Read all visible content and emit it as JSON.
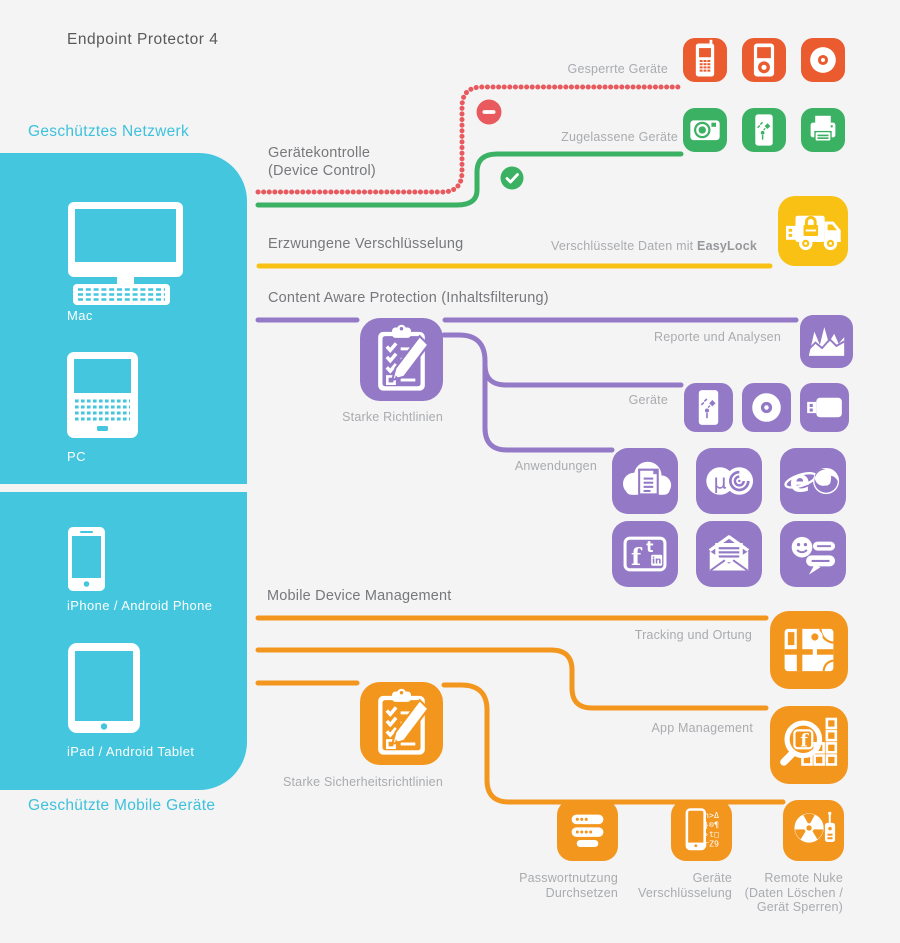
{
  "title": "Endpoint Protector 4",
  "colors": {
    "background": "#F4F4F5",
    "cyan_panel": "#43C6DE",
    "cyan_text": "#3EC1DC",
    "blocked_red_orange": "#EA5B30",
    "blocked_line_red": "#E85A5E",
    "allowed_green": "#3BB163",
    "encryption_yellow": "#F8C113",
    "cap_purple": "#9379C6",
    "mdm_orange": "#F3961E",
    "label_gray": "#A9ABAE",
    "section_title_gray": "#77787B"
  },
  "protected_network": {
    "label": "Geschütztes Netzwerk",
    "devices": [
      {
        "label": "Mac",
        "icon": "imac-with-keyboard-icon"
      },
      {
        "label": "PC",
        "icon": "laptop-icon"
      }
    ]
  },
  "protected_mobile": {
    "label": "Geschützte Mobile Geräte",
    "devices": [
      {
        "label": "iPhone / Android Phone",
        "icon": "smartphone-icon"
      },
      {
        "label": "iPad / Android Tablet",
        "icon": "tablet-icon"
      }
    ]
  },
  "device_control": {
    "title_line1": "Gerätekontrolle",
    "title_line2": "(Device Control)",
    "blocked_label": "Gesperrte Geräte",
    "blocked_icons": [
      "mobile-phone-icon",
      "media-player-icon",
      "cd-disc-icon"
    ],
    "blocked_badge": "no-entry-icon",
    "allowed_label": "Zugelassene Geräte",
    "allowed_icons": [
      "camera-icon",
      "external-drive-icon",
      "printer-icon"
    ],
    "allowed_badge": "check-icon"
  },
  "enforced_encryption": {
    "title": "Erzwungene Verschlüsselung",
    "note": "Verschlüsselte Daten mit ",
    "note_bold": "EasyLock",
    "icon": "secure-transport-truck-icon"
  },
  "content_aware_protection": {
    "title": "Content Aware Protection (Inhaltsfilterung)",
    "policy_label": "Starke Richtlinien",
    "policy_icon": "policy-clipboard-icon",
    "reports_label": "Reporte und Analysen",
    "reports_icon": "analytics-chart-icon",
    "devices_label": "Geräte",
    "devices_icons": [
      "external-drive-icon",
      "cd-disc-icon",
      "usb-stick-icon"
    ],
    "applications_label": "Anwendungen",
    "applications_icons": [
      "cloud-storage-icon",
      "torrent-apps-icon",
      "web-browsers-icon",
      "social-media-icon",
      "email-icon",
      "instant-messaging-icon"
    ]
  },
  "mobile_device_management": {
    "title": "Mobile Device Management",
    "policy_label": "Starke Sicherheitsrichtlinien",
    "policy_icon": "policy-clipboard-icon",
    "tracking_label": "Tracking und Ortung",
    "tracking_icon": "map-location-icon",
    "app_management_label": "App Management",
    "app_management_icon": "app-search-icon",
    "bottom_items": [
      {
        "lines": [
          "Passwortnutzung",
          "Durchsetzen"
        ],
        "icon": "password-fields-icon"
      },
      {
        "lines": [
          "Geräte",
          "Verschlüsselung"
        ],
        "icon": "encrypted-phone-icon"
      },
      {
        "lines": [
          "Remote Nuke",
          "(Daten Löschen /",
          "Gerät Sperren)"
        ],
        "icon": "remote-nuke-icon"
      }
    ]
  }
}
